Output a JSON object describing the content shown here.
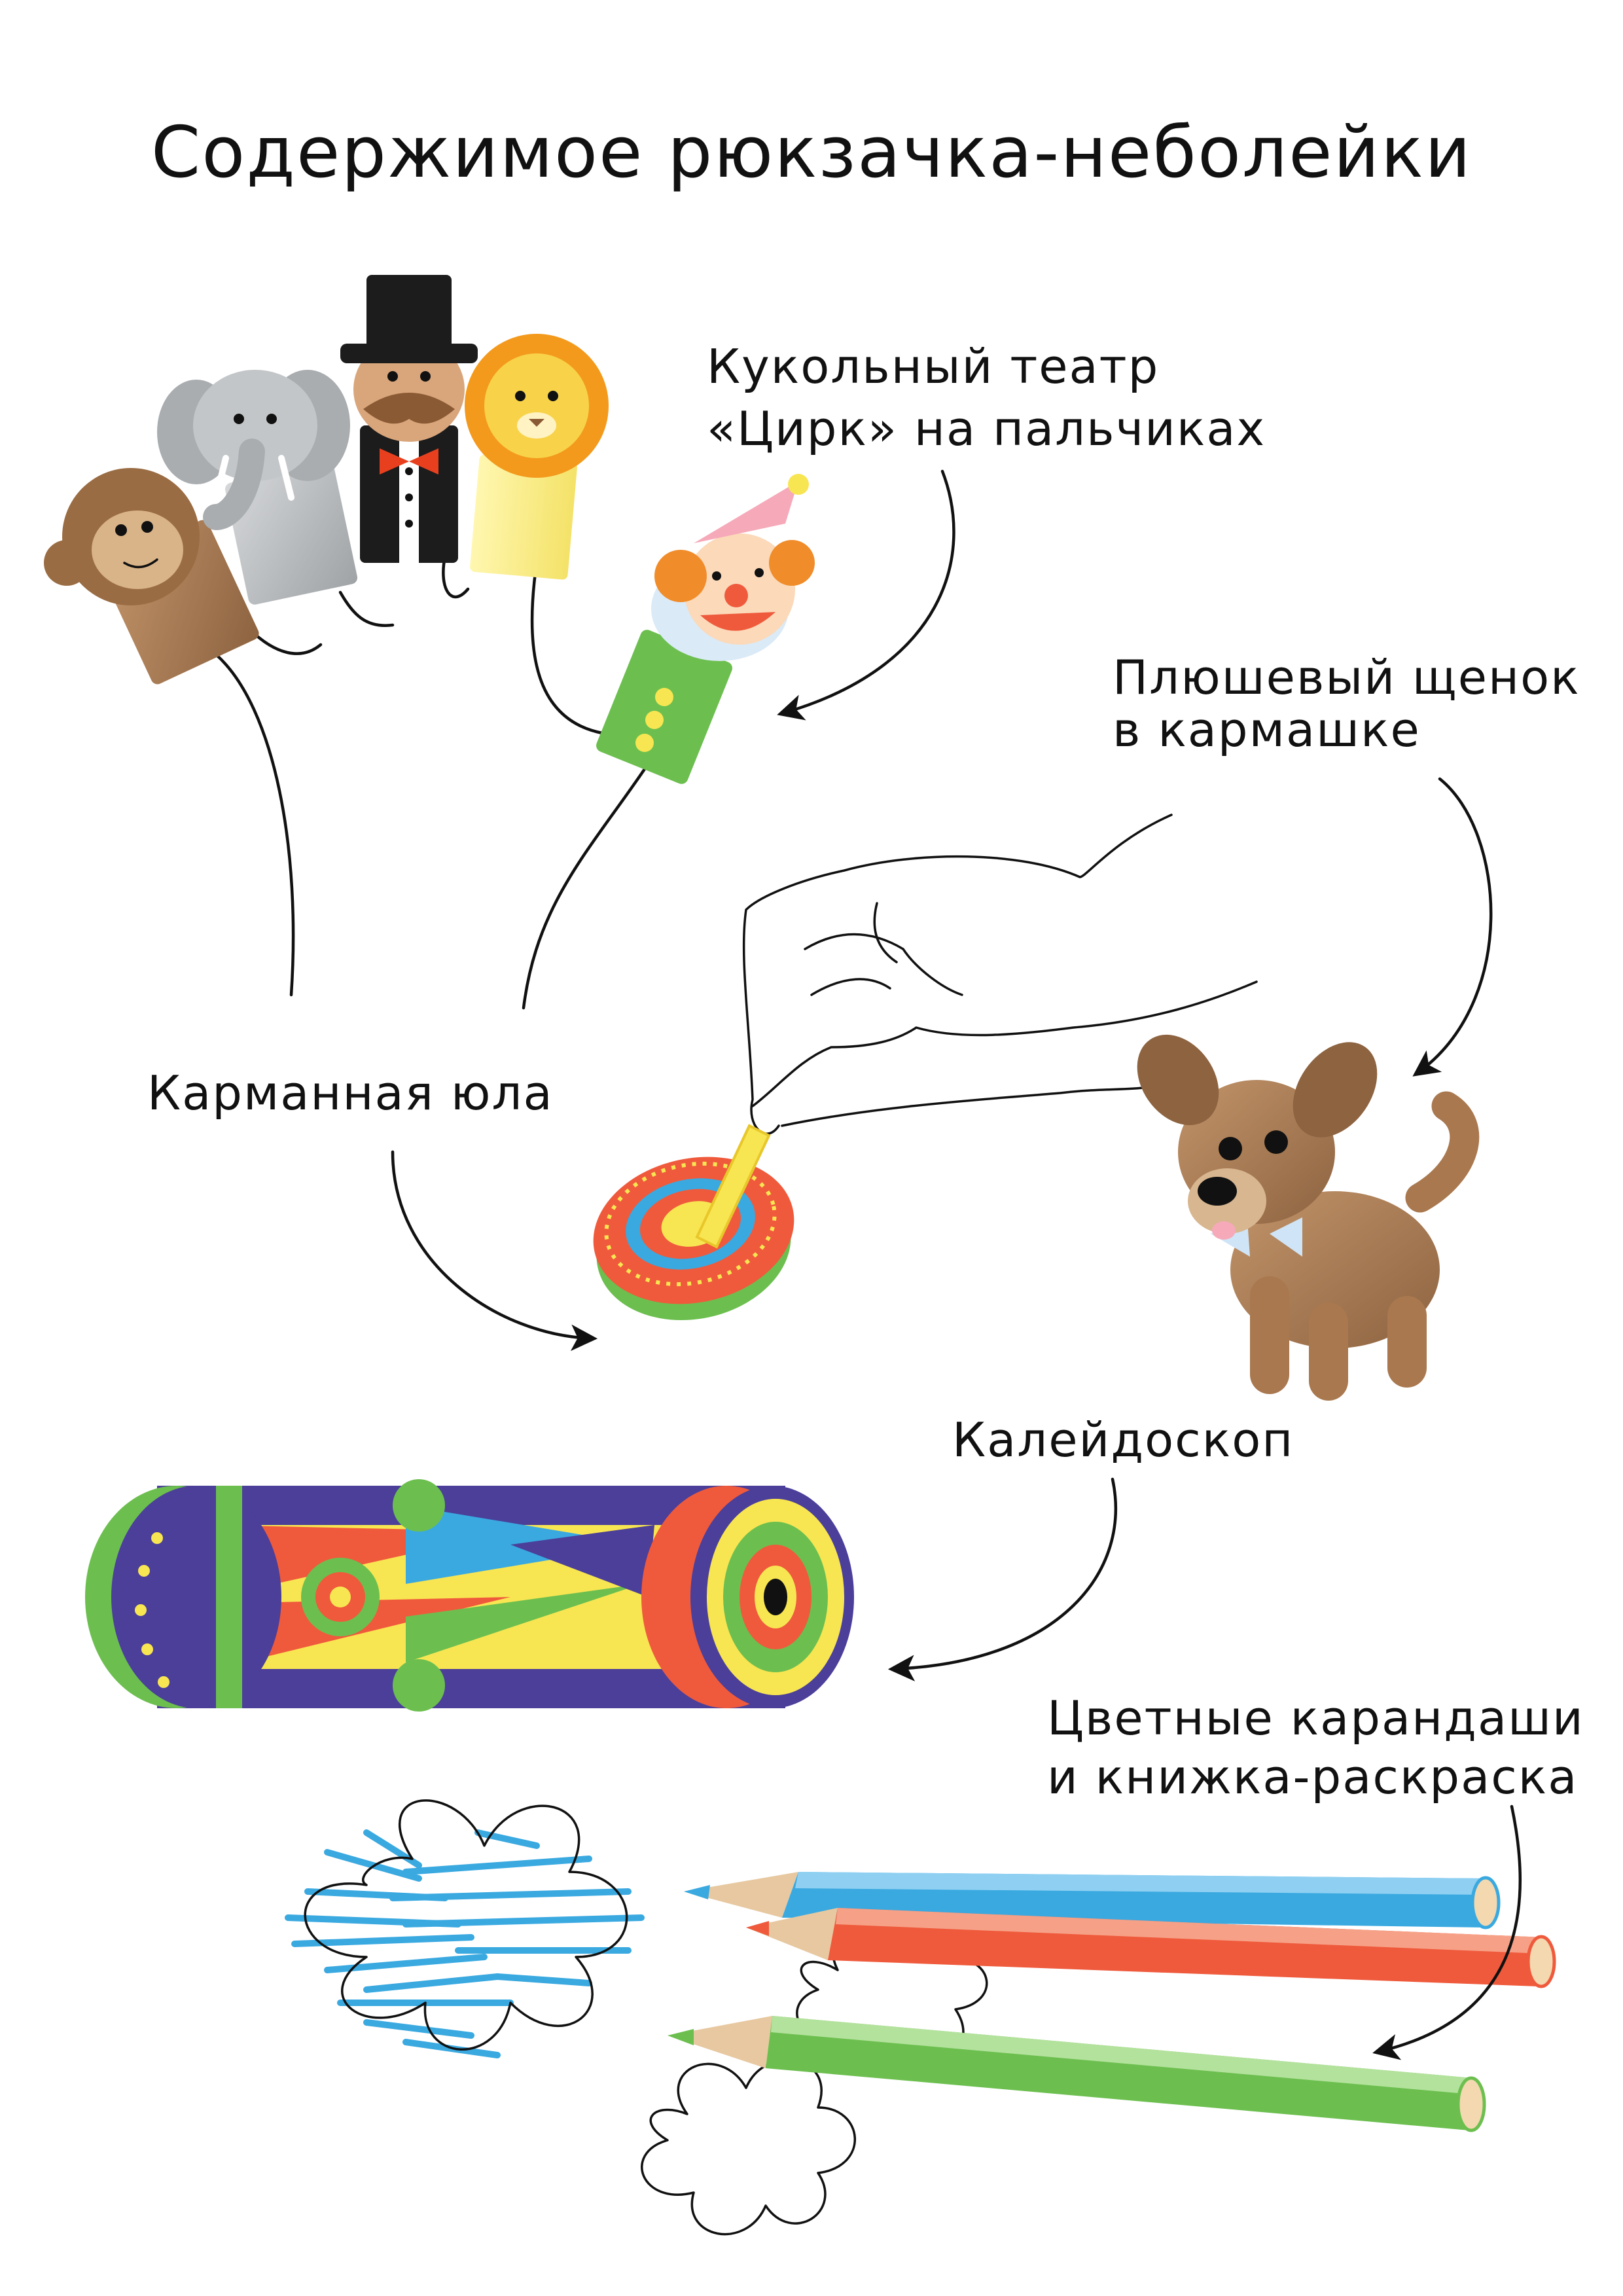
{
  "title": "Содержимое рюкзачка-неболейки",
  "labels": {
    "puppets_line1": "Кукольный театр",
    "puppets_line2": "«Цирк» на пальчиках",
    "puppy_line1": "Плюшевый щенок",
    "puppy_line2": "в кармашке",
    "top": "Карманная юла",
    "kaleidoscope": "Калейдоскоп",
    "pencils_line1": "Цветные карандаши",
    "pencils_line2": "и книжка-раскраска"
  },
  "colors": {
    "ink": "#111111",
    "blue": "#3aa9e0",
    "red": "#ef5a3c",
    "green": "#6cbf4f",
    "yellow": "#f8e552",
    "purple": "#4b3f99",
    "brown": "#a9784f",
    "grey": "#b9bcbe"
  },
  "icons": [
    "monkey-puppet",
    "elephant-puppet",
    "gentleman-puppet",
    "lion-puppet",
    "clown-puppet",
    "hand",
    "spinning-top",
    "puppy",
    "kaleidoscope",
    "flower-coloring",
    "pencil"
  ]
}
